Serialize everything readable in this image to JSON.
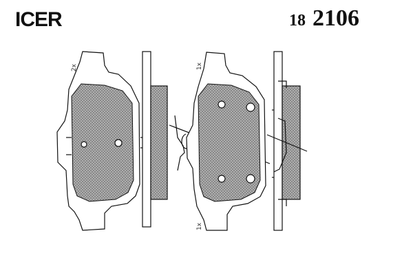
{
  "brand": {
    "name": "ICER"
  },
  "part_number": {
    "prefix": "18",
    "number": "2106"
  },
  "quantity_labels": {
    "pad_a": "2x",
    "pad_b_top": "1x",
    "pad_b_bottom": "1x"
  },
  "colors": {
    "line": "#111111",
    "friction": "#9a9a9a",
    "paper": "#ffffff"
  }
}
